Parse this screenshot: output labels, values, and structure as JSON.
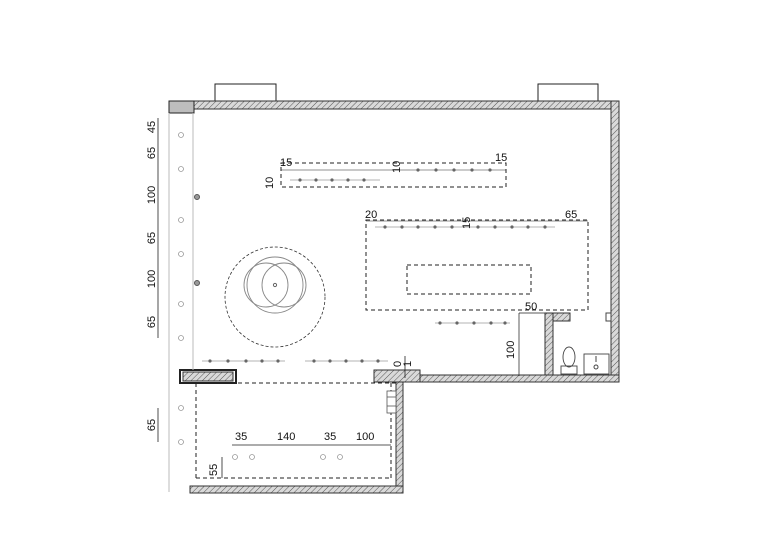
{
  "left_dimensions": [
    "45",
    "65",
    "100",
    "65",
    "100",
    "65",
    "65"
  ],
  "track_top": {
    "left_end": "15",
    "middle": "10",
    "right_end": "15",
    "height": "10"
  },
  "track_right": {
    "left_end": "20",
    "middle": "15",
    "right_end": "65"
  },
  "counter_offset": "50",
  "counter_height": "100",
  "bottom_room": {
    "segments": [
      "35",
      "140",
      "35",
      "100"
    ],
    "depth": "55"
  },
  "opening_marks": [
    "0",
    "1"
  ]
}
